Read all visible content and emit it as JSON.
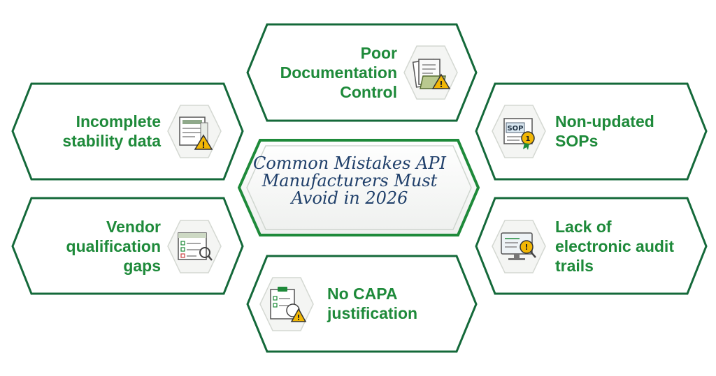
{
  "title": [
    "Common Mistakes API",
    "Manufacturers Must",
    "Avoid in 2026"
  ],
  "cards": {
    "top": {
      "lines": [
        "Poor",
        "Documentation",
        "Control"
      ],
      "icon": "documents-folder-warning-icon"
    },
    "upper_left": {
      "lines": [
        "Incomplete",
        "stability data"
      ],
      "icon": "data-report-warning-icon"
    },
    "upper_right": {
      "lines": [
        "Non-updated",
        "SOPs"
      ],
      "icon": "sop-document-badge-icon"
    },
    "lower_left": {
      "lines": [
        "Vendor",
        "qualification",
        "gaps"
      ],
      "icon": "vendor-checklist-icon"
    },
    "lower_right": {
      "lines": [
        "Lack of",
        "electronic audit",
        "trails"
      ],
      "icon": "monitor-audit-warning-icon"
    },
    "bottom": {
      "lines": [
        "No CAPA",
        "justification"
      ],
      "icon": "clipboard-checklist-warning-icon"
    }
  },
  "colors": {
    "accent": "#1e8a3a",
    "border": "#14693a",
    "title": "#1f3f6a",
    "warning": "#f2b705"
  }
}
